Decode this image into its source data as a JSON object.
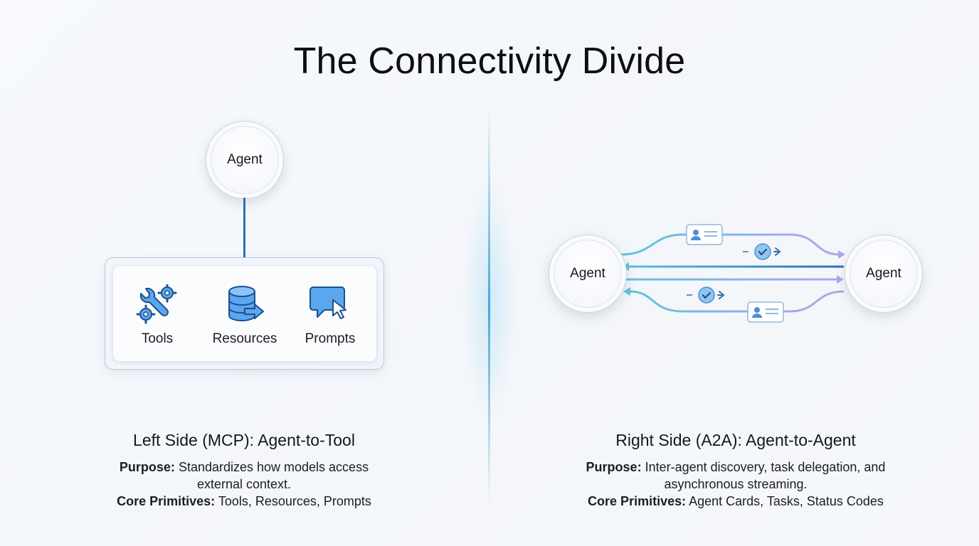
{
  "title": "The Connectivity Divide",
  "left": {
    "agent_label": "Agent",
    "primitives": [
      {
        "label": "Tools",
        "icon": "wrench-gears-icon"
      },
      {
        "label": "Resources",
        "icon": "database-arrow-icon"
      },
      {
        "label": "Prompts",
        "icon": "chat-cursor-icon"
      }
    ],
    "heading": "Left Side (MCP): Agent-to-Tool",
    "purpose_label": "Purpose:",
    "purpose_text": "Standardizes how models access",
    "purpose_text2": "external context.",
    "primitives_label": "Core Primitives:",
    "primitives_text": "Tools, Resources, Prompts"
  },
  "right": {
    "agent_left_label": "Agent",
    "agent_right_label": "Agent",
    "heading": "Right Side (A2A): Agent-to-Agent",
    "purpose_label": "Purpose:",
    "purpose_text": "Inter-agent discovery, task delegation, and",
    "purpose_text2": "asynchronous streaming.",
    "primitives_label": "Core Primitives:",
    "primitives_text": "Agent Cards, Tasks, Status Codes"
  },
  "colors": {
    "accent_blue": "#2c6fb6",
    "cyan": "#5cc3dd",
    "lavender": "#b3a5ea",
    "icon_fill": "#5aa7ee"
  }
}
